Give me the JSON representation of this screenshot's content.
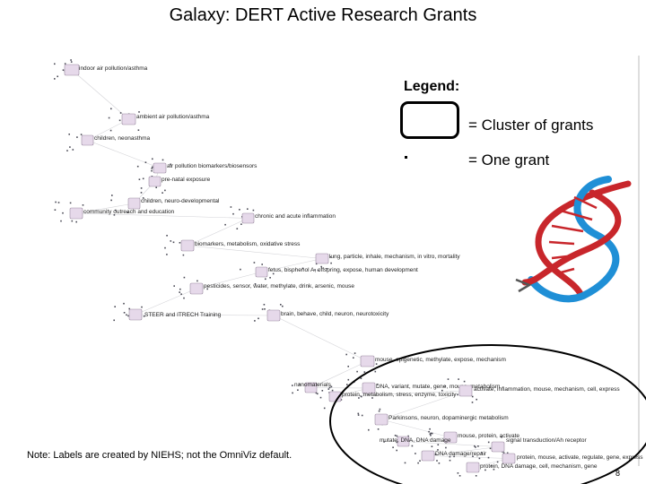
{
  "title": "Galaxy: DERT Active Research Grants",
  "legend": {
    "title": "Legend:",
    "cluster_label": "= Cluster of grants",
    "grant_label": "= One grant"
  },
  "clusters": [
    {
      "label": "indoor air pollution/asthma"
    },
    {
      "label": "ambient air pollution/asthma"
    },
    {
      "label": "children, neonasthma"
    },
    {
      "label": "air pollution biomarkers/biosensors"
    },
    {
      "label": "pre-natal exposure"
    },
    {
      "label": "children, neuro-developmental"
    },
    {
      "label": "community outreach and education"
    },
    {
      "label": "chronic and acute inflammation"
    },
    {
      "label": "biomarkers, metabolism, oxidative stress"
    },
    {
      "label": "lung, particle, inhale, mechanism, in vitro, mortality"
    },
    {
      "label": "fetus, bisphenol A, offspring, expose, human development"
    },
    {
      "label": "pesticides, sensor, water, methylate, drink, arsenic, mouse"
    },
    {
      "label": "STEER and ITRECH Training"
    },
    {
      "label": "brain, behave, child, neuron, neurotoxicity"
    },
    {
      "label": "mouse, epigenetic, methylate, expose, mechanism"
    },
    {
      "label": "nanomaterials"
    },
    {
      "label": "DNA, variant, mutate, gene, mouse, metabolism"
    },
    {
      "label": "protein, metabolism, stress, enzyme, toxicity"
    },
    {
      "label": "activate, inflammation, mouse, mechanism, cell, express"
    },
    {
      "label": "Parkinsons, neuron, dopaminergic metabolism"
    },
    {
      "label": "mouse, protein, activate"
    },
    {
      "label": "mutate, DNA, DNA damage"
    },
    {
      "label": "signal transduction/Ah receptor"
    },
    {
      "label": "DNA damage/repair"
    },
    {
      "label": "protein, mouse, activate, regulate, gene, express"
    },
    {
      "label": "protein, DNA damage, cell, mechanism, gene"
    }
  ],
  "note": "Note: Labels are created by NIEHS; not the OmniViz default.",
  "page_number": "8",
  "colors": {
    "cluster_fill": "#e6d9ea",
    "cluster_stroke": "#9a8aa0",
    "grant_dot": "#4a4a55",
    "highlight_ellipse": "#000000",
    "helix_blue": "#1f8fd6",
    "helix_red": "#c8262b"
  },
  "icons": [
    "dna-helix-icon"
  ]
}
